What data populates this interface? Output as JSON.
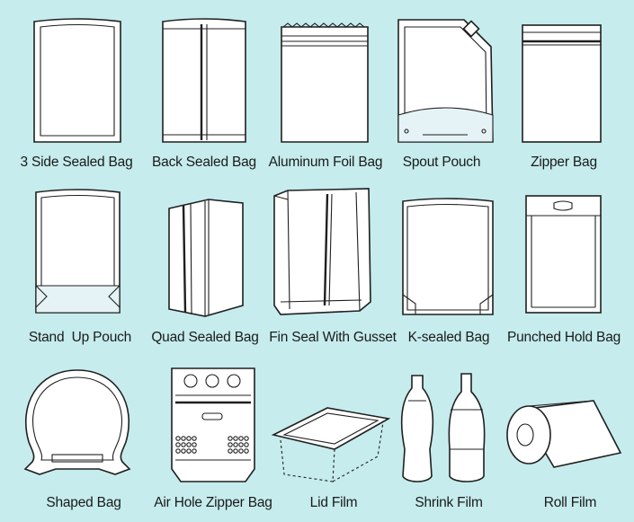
{
  "page": {
    "background_color": "#c6eced",
    "line_color": "#1f1f1f",
    "fill_color": "#ffffff"
  },
  "items": [
    {
      "id": "3-side-sealed-bag",
      "label": "3 Side Sealed Bag",
      "icon": "three-side-sealed-bag-icon"
    },
    {
      "id": "back-sealed-bag",
      "label": "Back Sealed Bag",
      "icon": "back-sealed-bag-icon"
    },
    {
      "id": "aluminum-foil-bag",
      "label": "Aluminum Foil Bag",
      "icon": "aluminum-foil-bag-icon"
    },
    {
      "id": "spout-pouch",
      "label": "Spout Pouch",
      "icon": "spout-pouch-icon"
    },
    {
      "id": "zipper-bag",
      "label": "Zipper Bag",
      "icon": "zipper-bag-icon"
    },
    {
      "id": "stand-up-pouch",
      "label": "Stand  Up Pouch",
      "icon": "stand-up-pouch-icon"
    },
    {
      "id": "quad-sealed-bag",
      "label": "Quad Sealed Bag",
      "icon": "quad-sealed-bag-icon"
    },
    {
      "id": "fin-seal-with-gusset",
      "label": "Fin Seal With Gusset",
      "icon": "fin-seal-gusset-bag-icon"
    },
    {
      "id": "k-sealed-bag",
      "label": "K-sealed Bag",
      "icon": "k-sealed-bag-icon"
    },
    {
      "id": "punched-hold-bag",
      "label": "Punched Hold Bag",
      "icon": "punched-hold-bag-icon"
    },
    {
      "id": "shaped-bag",
      "label": "Shaped Bag",
      "icon": "shaped-bag-icon"
    },
    {
      "id": "air-hole-zipper-bag",
      "label": "Air Hole Zipper Bag",
      "icon": "air-hole-zipper-bag-icon"
    },
    {
      "id": "lid-film",
      "label": "Lid Film",
      "icon": "lid-film-icon"
    },
    {
      "id": "shrink-film",
      "label": "Shrink Film",
      "icon": "shrink-film-bottles-icon"
    },
    {
      "id": "roll-film",
      "label": "Roll Film",
      "icon": "roll-film-icon"
    }
  ]
}
